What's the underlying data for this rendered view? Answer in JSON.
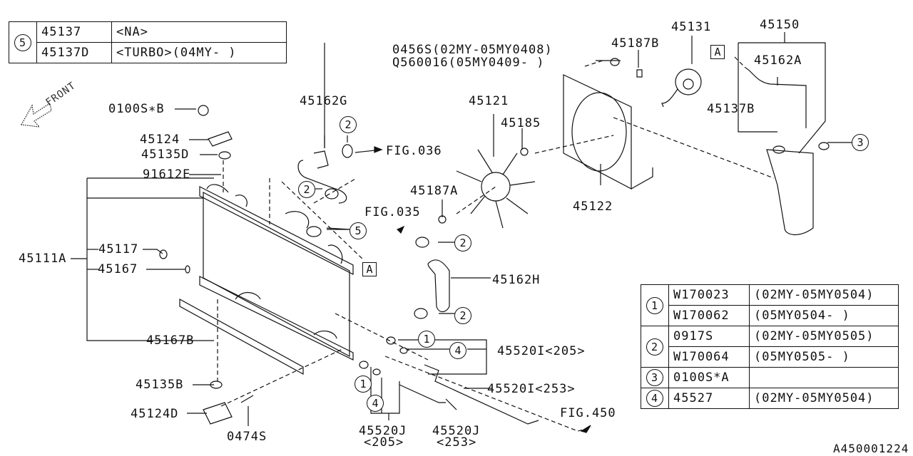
{
  "diagram_id": "A450001224",
  "front_label": "FRONT",
  "callout_table_5": {
    "key": "5",
    "rows": [
      {
        "part": "45137",
        "note": "<NA>"
      },
      {
        "part": "45137D",
        "note": "<TURBO>(04MY-      )"
      }
    ]
  },
  "callout_table_main": [
    {
      "key": "1",
      "rows": [
        {
          "part": "W170023",
          "note": "(02MY-05MY0504)"
        },
        {
          "part": "W170062",
          "note": "(05MY0504-      )"
        }
      ]
    },
    {
      "key": "2",
      "rows": [
        {
          "part": "0917S",
          "note": "(02MY-05MY0505)"
        },
        {
          "part": "W170064",
          "note": "(05MY0505-      )"
        }
      ]
    },
    {
      "key": "3",
      "rows": [
        {
          "part": "0100S*A",
          "note": ""
        }
      ]
    },
    {
      "key": "4",
      "rows": [
        {
          "part": "45527",
          "note": "(02MY-05MY0504)"
        }
      ]
    }
  ],
  "labels": {
    "l0100sb": "0100S∗B",
    "l45124": "45124",
    "l45135d": "45135D",
    "l91612e": "91612E",
    "l45111a": "45111A",
    "l45117": "45117",
    "l45167": "45167",
    "l45167b": "45167B",
    "l45135b": "45135B",
    "l45124d": "45124D",
    "l0474s": "0474S",
    "l45162g": "45162G",
    "fig036": "FIG.036",
    "fig035": "FIG.035",
    "l45162h": "45162H",
    "l45121": "45121",
    "l45185": "45185",
    "l45187a": "45187A",
    "l0456s": "0456S(02MY-05MY0408)",
    "lq560016": "Q560016(05MY0409-      )",
    "l45187b": "45187B",
    "l45131": "45131",
    "l45122": "45122",
    "l45150": "45150",
    "l45162a": "45162A",
    "l45137b": "45137B",
    "l45520i205": "45520I<205>",
    "l45520i253": "45520I<253>",
    "l45520j205a": "45520J",
    "l45520j205b": "<205>",
    "l45520j253a": "45520J",
    "l45520j253b": "<253>",
    "fig450": "FIG.450",
    "refA": "A"
  },
  "callouts": {
    "c1": "1",
    "c2": "2",
    "c3": "3",
    "c4": "4",
    "c5": "5"
  }
}
